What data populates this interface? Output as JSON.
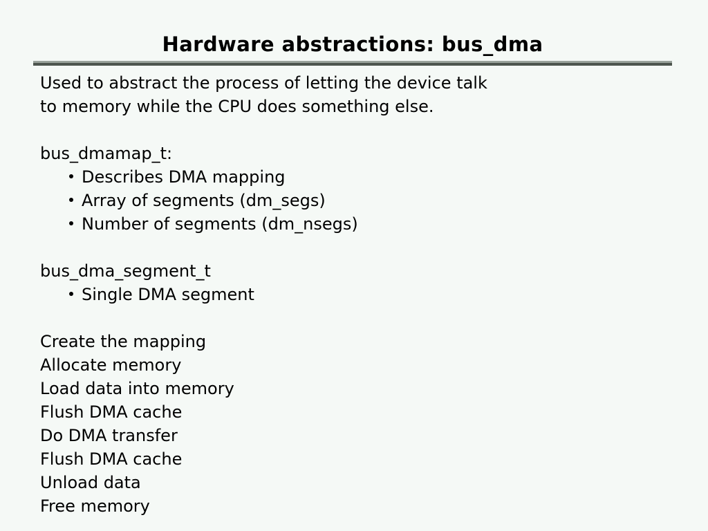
{
  "slide": {
    "title": "Hardware abstractions: bus_dma",
    "divider": {
      "top_color": "#9aa39c",
      "bottom_color": "#4d554e"
    },
    "background_color": "#f5f9f6",
    "text_color": "#000000",
    "intro": [
      "Used to abstract the process of letting the device talk",
      "to memory while the CPU does something else."
    ],
    "sections": [
      {
        "heading": "bus_dmamap_t:",
        "bullets": [
          "Describes DMA mapping",
          "Array of segments (dm_segs)",
          "Number of segments (dm_nsegs)"
        ]
      },
      {
        "heading": "bus_dma_segment_t",
        "bullets": [
          "Single DMA segment"
        ]
      }
    ],
    "steps": [
      "Create the mapping",
      "Allocate memory",
      "Load data into memory",
      "Flush DMA cache",
      "Do DMA transfer",
      "Flush DMA cache",
      "Unload data",
      "Free memory"
    ]
  }
}
